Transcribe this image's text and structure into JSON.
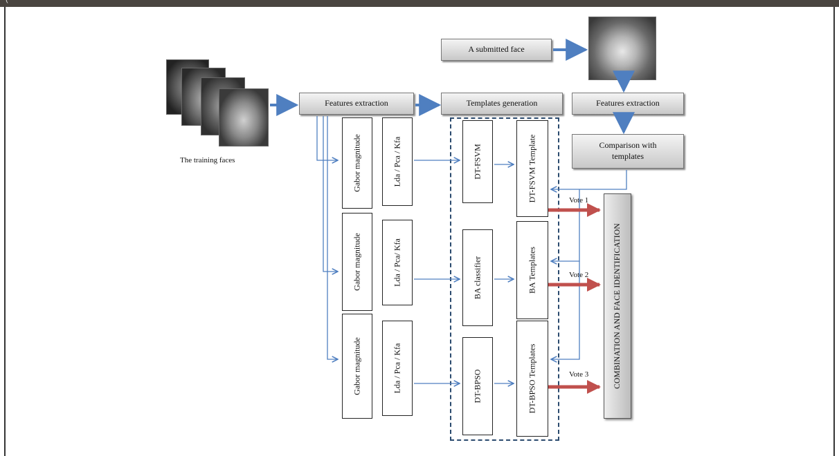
{
  "diagram": {
    "caption_fragment": "(",
    "training_label": "The training faces",
    "submitted_face_label": "A submitted face",
    "features_extraction_1": "Features extraction",
    "templates_generation": "Templates generation",
    "features_extraction_2": "Features extraction",
    "comparison_label": "Comparison with templates",
    "rows": [
      {
        "gabor": "Gabor magnitude",
        "reduction": "Lda / Pca / Kfa",
        "classifier": "DT-FSVM",
        "template": "DT-FSVM Template",
        "vote": "Vote 1"
      },
      {
        "gabor": "Gabor magnitude",
        "reduction": "Lda / Pca/ Kfa",
        "classifier": "BA classifier",
        "template": "BA Templates",
        "vote": "Vote 2"
      },
      {
        "gabor": "Gabor magnitude",
        "reduction": "Lda / Pca / Kfa",
        "classifier": "DT-BPSO",
        "template": "DT-BPSO Templates",
        "vote": "Vote 3"
      }
    ],
    "combination_label": "COMBINATION AND FACE IDENTIFICATION",
    "colors": {
      "blue_arrow": "#4f7fc0",
      "red_arrow": "#c0504d",
      "dashed_border": "#2a4a6e"
    }
  }
}
